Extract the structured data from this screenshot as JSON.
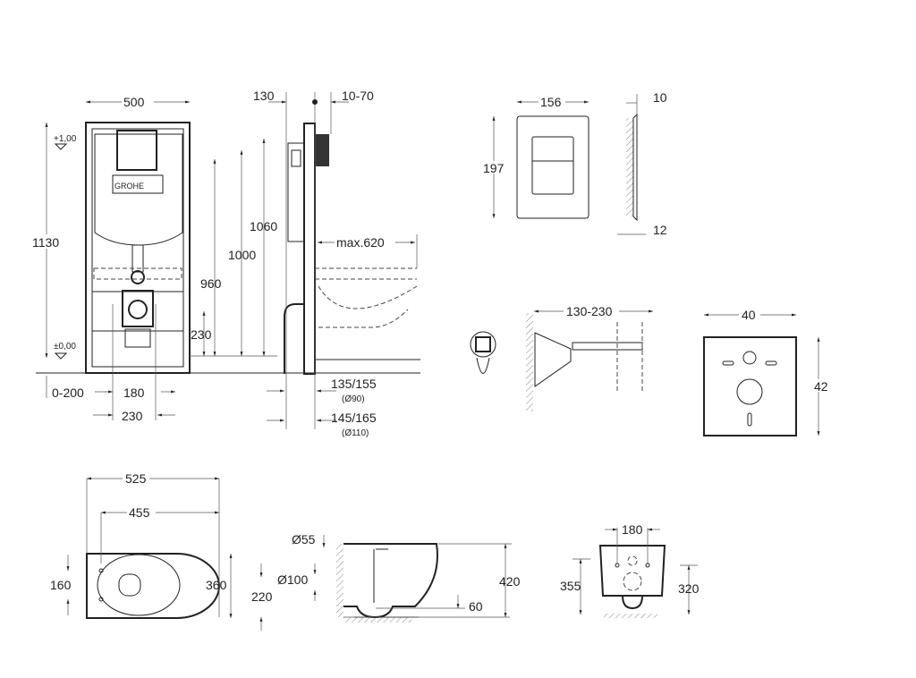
{
  "frame": {
    "width_top": "500",
    "height_total": "1130",
    "level_top": "+1,00",
    "level_zero": "±0,00",
    "h_1060": "1060",
    "h_1000": "1000",
    "h_960": "960",
    "h_230": "230",
    "offset": "0-200",
    "w_180": "180",
    "w_230": "230",
    "brand": "GROHE"
  },
  "side": {
    "depth_130": "130",
    "wall_10_70": "10-70",
    "max_620": "max.620",
    "d_135_155": "135/155",
    "pipe_90": "(Ø90)",
    "d_145_165": "145/165",
    "pipe_110": "(Ø110)"
  },
  "plate": {
    "width": "156",
    "height": "197",
    "thick_top": "10",
    "thick_bottom": "12"
  },
  "bolts": {
    "range": "130-230"
  },
  "pad": {
    "width": "40",
    "height": "42"
  },
  "bowl_top": {
    "len_525": "525",
    "len_455": "455",
    "w_360": "360",
    "holes_160": "160"
  },
  "bowl_side": {
    "d55": "Ø55",
    "d100": "Ø100",
    "h220": "220",
    "h420": "420",
    "h60": "60"
  },
  "bowl_back": {
    "w180": "180",
    "h355": "355",
    "h320": "320"
  }
}
